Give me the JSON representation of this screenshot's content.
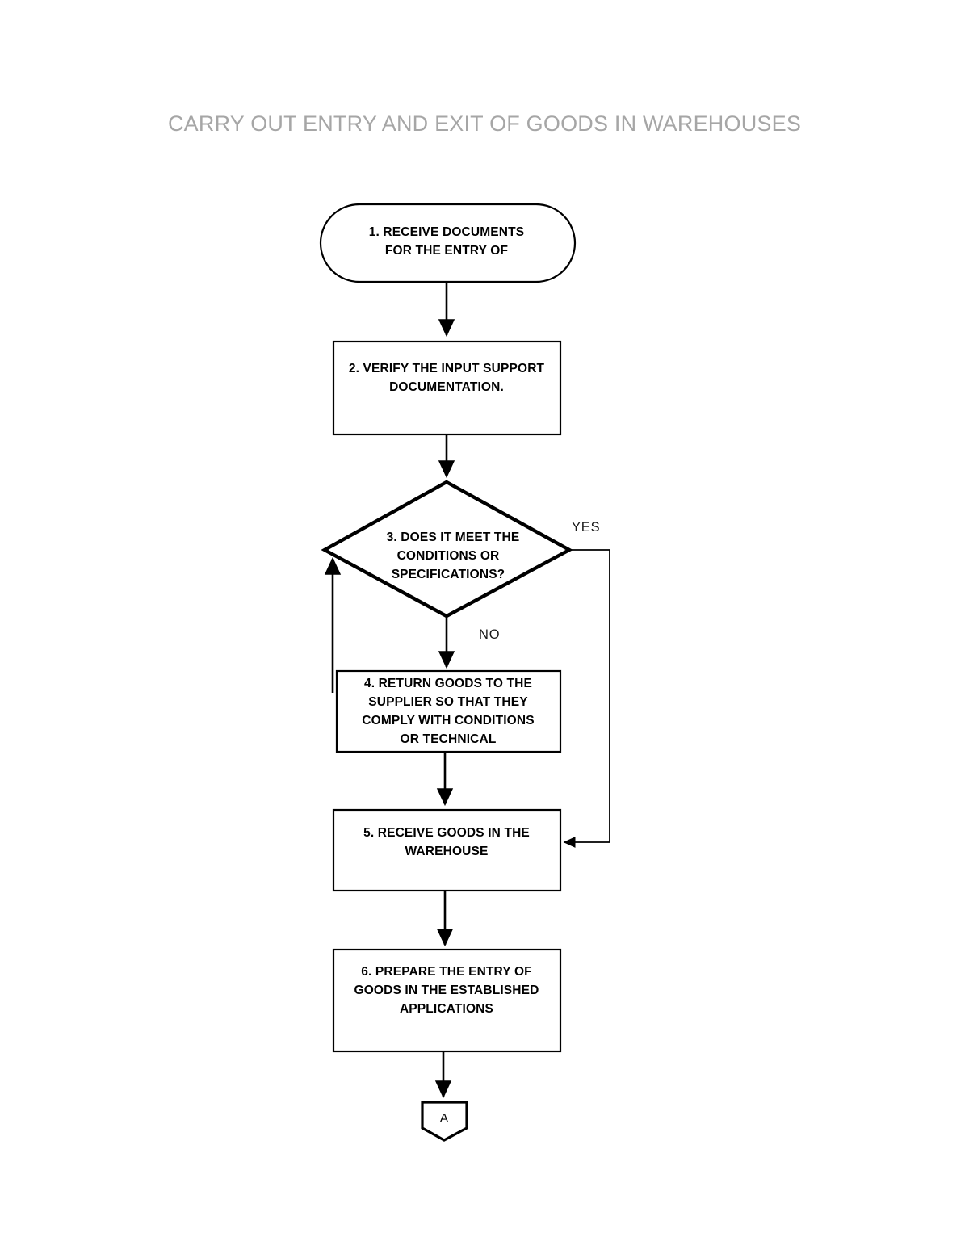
{
  "document": {
    "title": "CARRY OUT ENTRY AND EXIT OF GOODS IN WAREHOUSES",
    "title_color": "#a6a6a6",
    "background_color": "#ffffff",
    "line_color": "#000000"
  },
  "chart_data": {
    "type": "diagram",
    "diagram_type": "flowchart",
    "title": "CARRY OUT ENTRY AND EXIT OF GOODS IN WAREHOUSES",
    "orientation": "top-to-bottom",
    "nodes": [
      {
        "id": "n1",
        "step": "1",
        "shape": "terminator",
        "lines": [
          "1. RECEIVE DOCUMENTS",
          "FOR THE ENTRY OF"
        ],
        "text": "1. RECEIVE DOCUMENTS FOR THE ENTRY OF"
      },
      {
        "id": "n2",
        "step": "2",
        "shape": "process",
        "lines": [
          "2. VERIFY THE INPUT SUPPORT",
          "DOCUMENTATION."
        ],
        "text": "2. VERIFY THE INPUT SUPPORT DOCUMENTATION."
      },
      {
        "id": "n3",
        "step": "3",
        "shape": "decision",
        "lines": [
          "3. DOES IT MEET THE",
          "CONDITIONS OR",
          "SPECIFICATIONS?"
        ],
        "text": "3. DOES IT MEET THE CONDITIONS OR SPECIFICATIONS?"
      },
      {
        "id": "n4",
        "step": "4",
        "shape": "process",
        "lines": [
          "4. RETURN GOODS TO THE",
          "SUPPLIER SO THAT THEY",
          "COMPLY WITH CONDITIONS",
          "OR TECHNICAL"
        ],
        "text": "4. RETURN GOODS TO THE SUPPLIER SO THAT THEY COMPLY WITH CONDITIONS OR TECHNICAL"
      },
      {
        "id": "n5",
        "step": "5",
        "shape": "process",
        "lines": [
          "5. RECEIVE GOODS IN THE",
          "WAREHOUSE"
        ],
        "text": "5. RECEIVE GOODS IN THE WAREHOUSE"
      },
      {
        "id": "n6",
        "step": "6",
        "shape": "process",
        "lines": [
          "6. PREPARE THE ENTRY OF",
          "GOODS IN THE ESTABLISHED",
          "APPLICATIONS"
        ],
        "text": "6. PREPARE THE ENTRY OF GOODS IN THE ESTABLISHED APPLICATIONS"
      },
      {
        "id": "n7",
        "shape": "off-page-connector",
        "lines": [
          "A"
        ],
        "text": "A"
      }
    ],
    "edges": [
      {
        "from": "n1",
        "to": "n2",
        "label": ""
      },
      {
        "from": "n2",
        "to": "n3",
        "label": ""
      },
      {
        "from": "n3",
        "to": "n5",
        "label": "YES"
      },
      {
        "from": "n3",
        "to": "n4",
        "label": "NO"
      },
      {
        "from": "n4",
        "to": "n5",
        "label": ""
      },
      {
        "from": "n4",
        "to": "n3",
        "label": ""
      },
      {
        "from": "n5",
        "to": "n6",
        "label": ""
      },
      {
        "from": "n6",
        "to": "n7",
        "label": ""
      }
    ],
    "edge_labels": {
      "yes": "YES",
      "no": "NO"
    }
  },
  "nodes": {
    "n1": {
      "l1": "1. RECEIVE DOCUMENTS",
      "l2": "FOR THE ENTRY OF"
    },
    "n2": {
      "l1": "2. VERIFY THE INPUT SUPPORT",
      "l2": "DOCUMENTATION."
    },
    "n3": {
      "l1": "3. DOES IT MEET THE",
      "l2": "CONDITIONS OR",
      "l3": "SPECIFICATIONS?"
    },
    "n4": {
      "l1": "4. RETURN GOODS TO THE",
      "l2": "SUPPLIER SO THAT THEY",
      "l3": "COMPLY WITH CONDITIONS",
      "l4": "OR TECHNICAL"
    },
    "n5": {
      "l1": "5. RECEIVE GOODS IN THE",
      "l2": "WAREHOUSE"
    },
    "n6": {
      "l1": "6. PREPARE THE ENTRY OF",
      "l2": "GOODS IN THE ESTABLISHED",
      "l3": "APPLICATIONS"
    },
    "n7": {
      "l1": "A"
    }
  },
  "labels": {
    "yes": "YES",
    "no": "NO"
  }
}
